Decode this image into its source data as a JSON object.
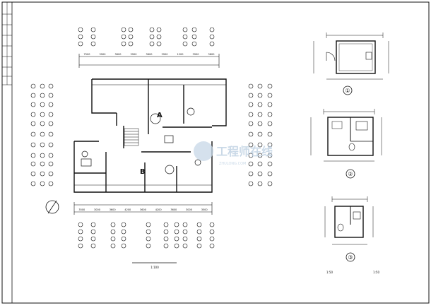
{
  "title_block": {
    "rows": [
      "",
      "",
      "",
      "",
      "",
      "",
      "",
      "",
      "",
      ""
    ]
  },
  "main_plan": {
    "zone_a": "A",
    "zone_b": "B",
    "top_dims": [
      "7500",
      "3900",
      "3600",
      "3900",
      "3600",
      "3900",
      "1200",
      "3900",
      "3600"
    ],
    "bottom_dims": [
      "3500",
      "3000",
      "3600",
      "4200",
      "3600",
      "4200",
      "3600",
      "3000",
      "3500"
    ],
    "scale_caption": "1:100"
  },
  "details": {
    "detail_1_label": "①",
    "detail_2_label": "②",
    "detail_3_label": "③",
    "footer_left": "1:50",
    "footer_right": "1:50"
  },
  "watermark": {
    "main": "工程师在线",
    "sub": "ZHULONG.COM"
  },
  "colors": {
    "ink": "#111111",
    "watermark": "#b9cde0"
  }
}
